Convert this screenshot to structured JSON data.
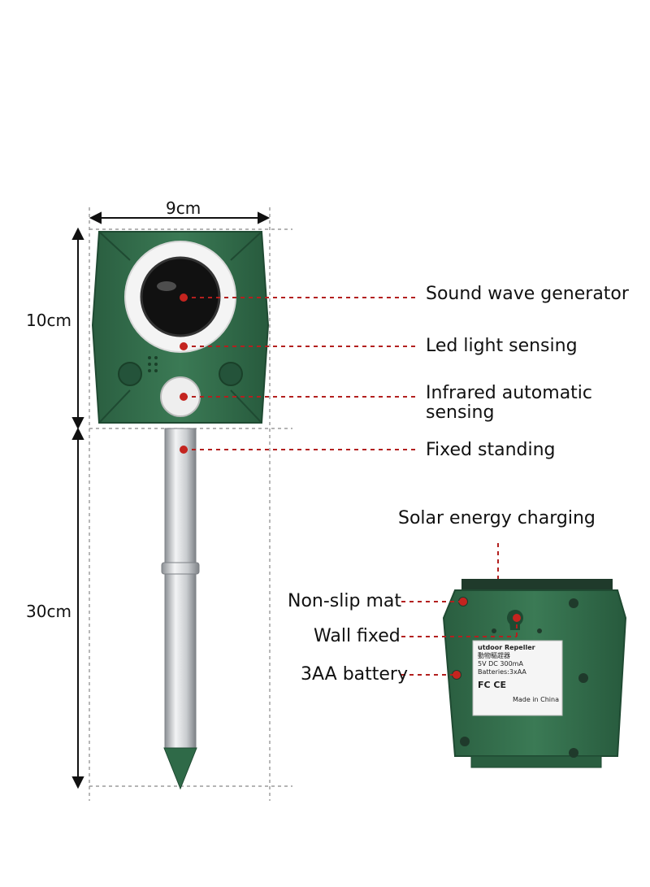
{
  "dimensions": {
    "width": "9cm",
    "body_height": "10cm",
    "stake_height": "30cm"
  },
  "front_labels": {
    "sound": "Sound wave generator",
    "led": "Led light sensing",
    "infrared": "Infrared automatic sensing",
    "stand": "Fixed standing"
  },
  "back_labels": {
    "solar": "Solar energy charging",
    "mat": "Non-slip mat",
    "wall": "Wall fixed",
    "battery": "3AA battery"
  },
  "sticker": {
    "title": "utdoor Repeller",
    "subtitle": "動物驅趕器",
    "spec1": "5V  DC  300mA",
    "spec2": "Batteries:3xAA",
    "cert": "FC  CE",
    "made": "Made in China"
  },
  "colors": {
    "device_green": "#2f6a48",
    "leader_red": "#b3201f"
  }
}
